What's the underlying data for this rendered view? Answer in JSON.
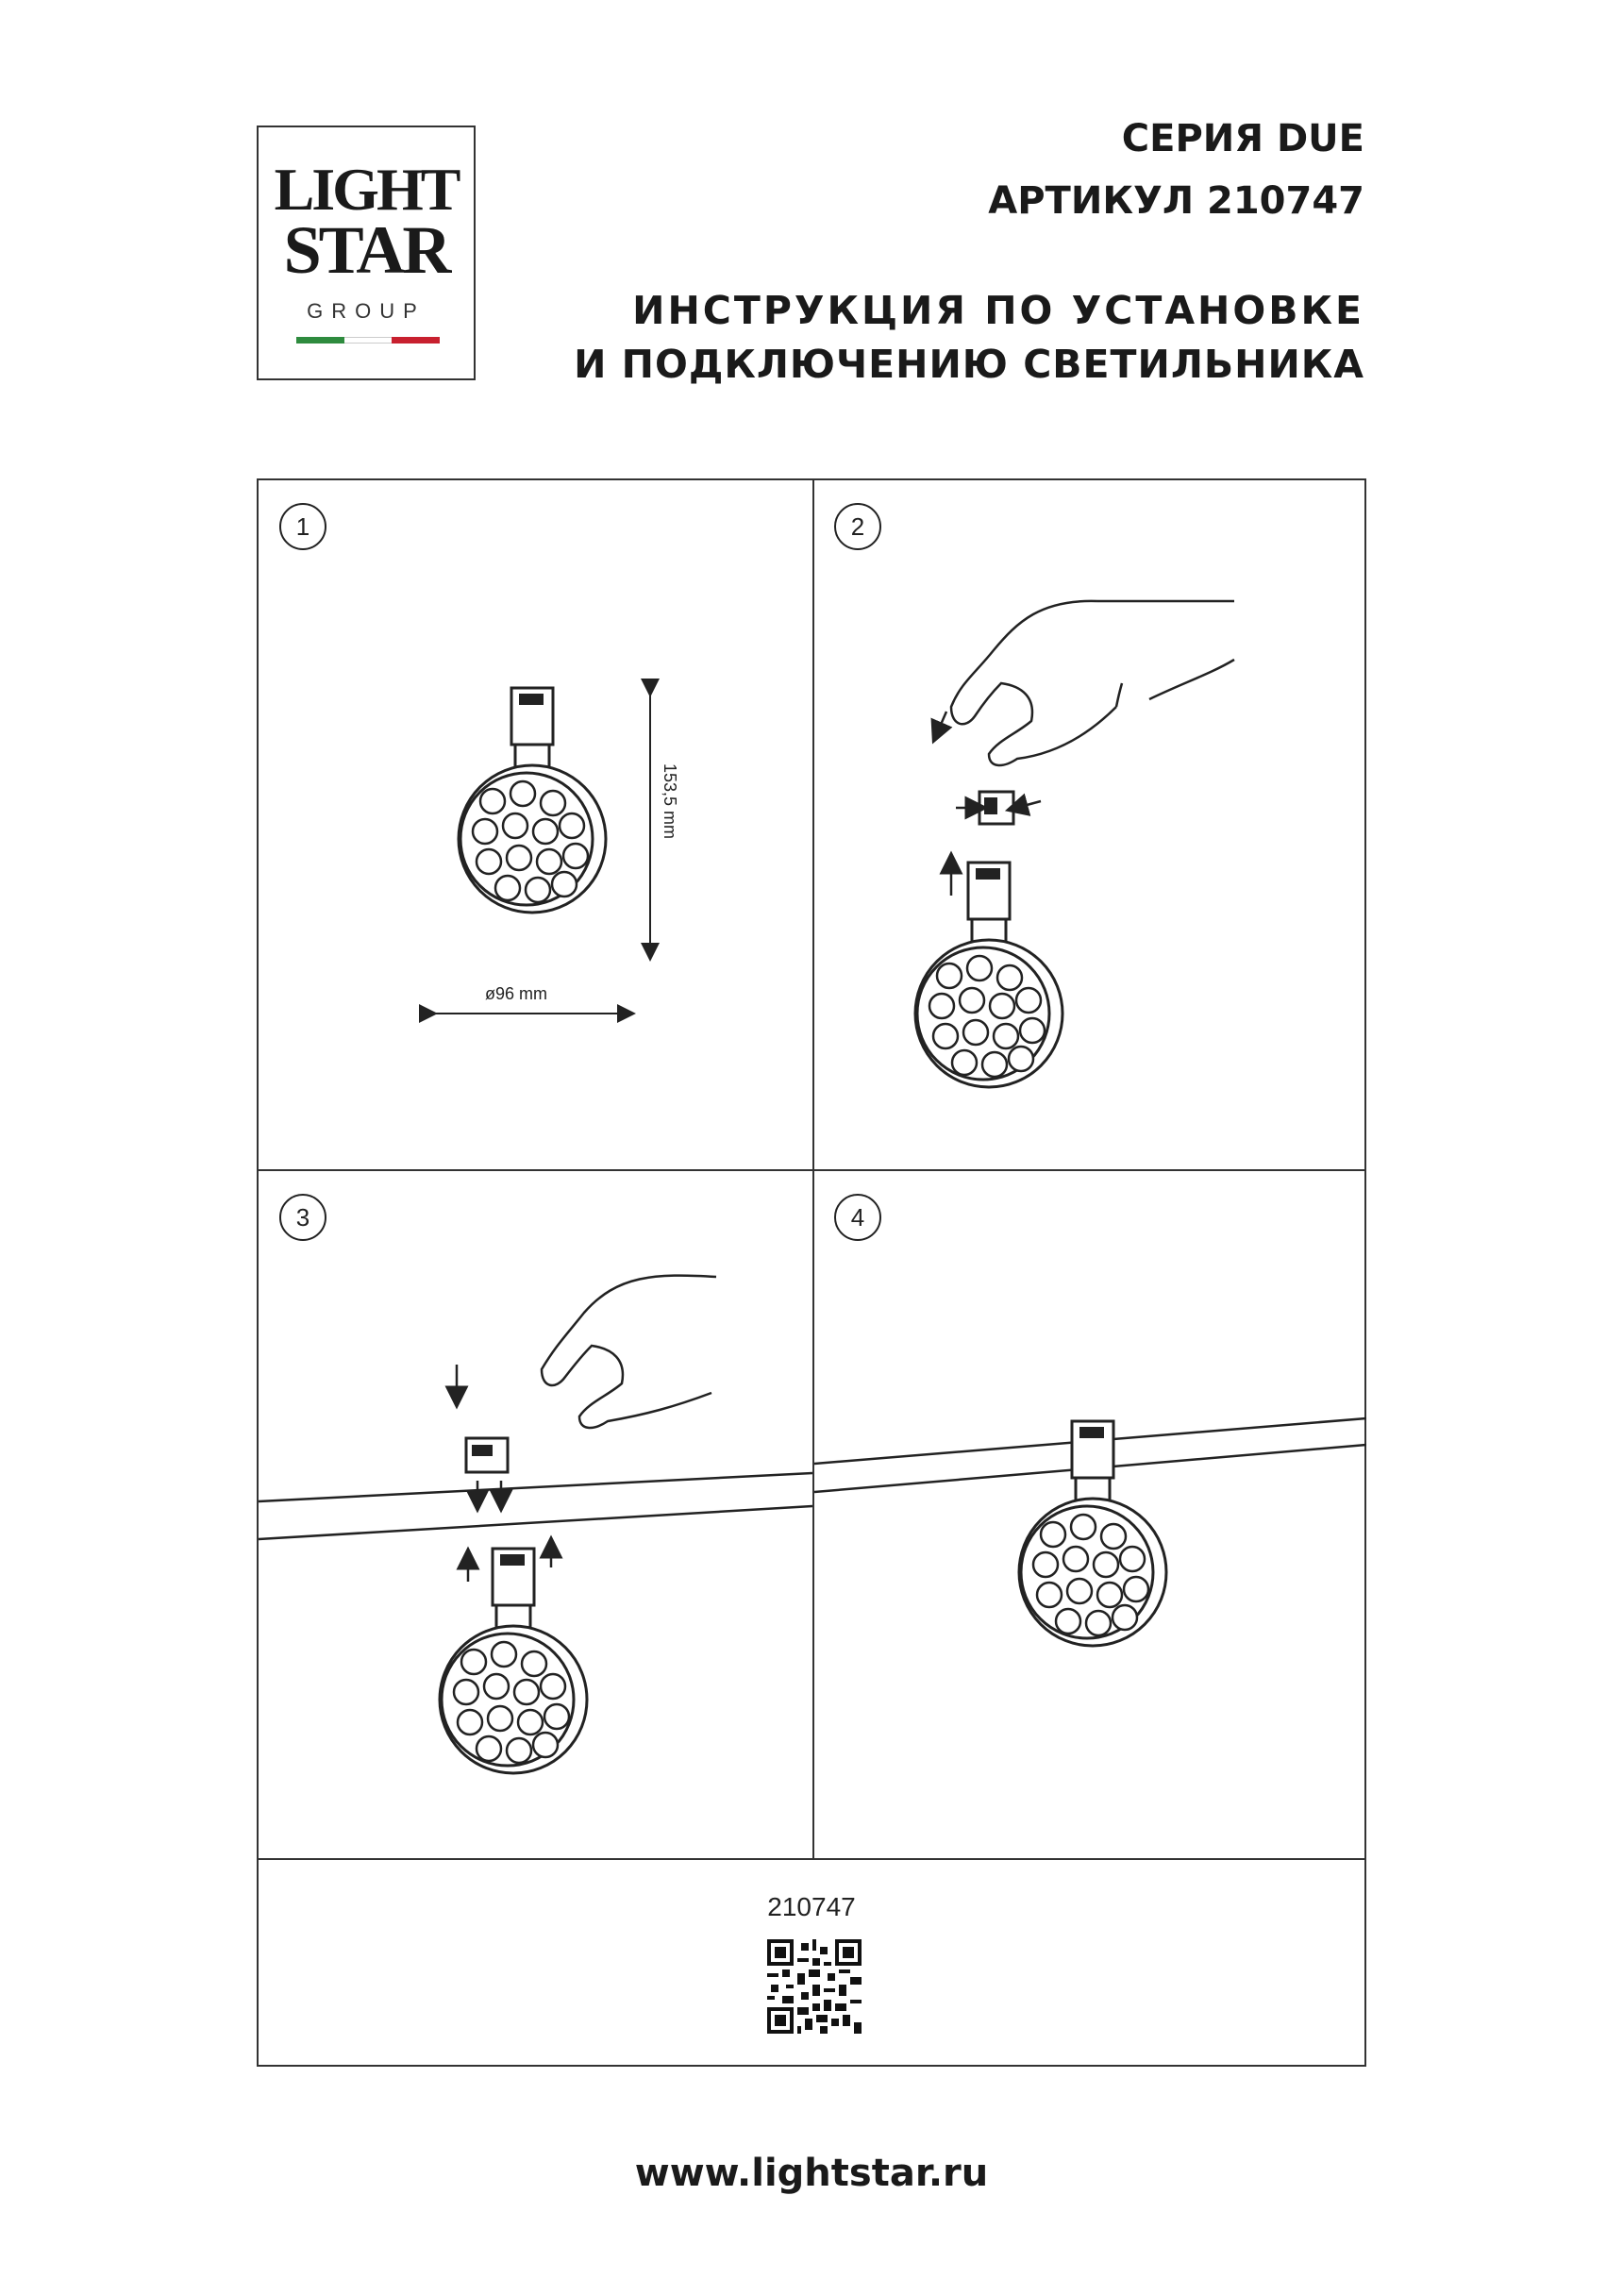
{
  "logo": {
    "line1": "LIGHT",
    "line2": "STAR",
    "line3": "GROUP",
    "flag_colors": [
      "#2e8b3e",
      "#ffffff",
      "#c8202f"
    ]
  },
  "header": {
    "series": "СЕРИЯ DUE",
    "article": "АРТИКУЛ 210747",
    "title_line1": "ИНСТРУКЦИЯ ПО УСТАНОВКЕ",
    "title_line2": "И ПОДКЛЮЧЕНИЮ СВЕТИЛЬНИКА"
  },
  "steps": [
    "1",
    "2",
    "3",
    "4"
  ],
  "dimensions": {
    "height": "153,5 mm",
    "diameter": "ø96 mm"
  },
  "footer": {
    "article_code": "210747",
    "website": "www.lightstar.ru"
  }
}
